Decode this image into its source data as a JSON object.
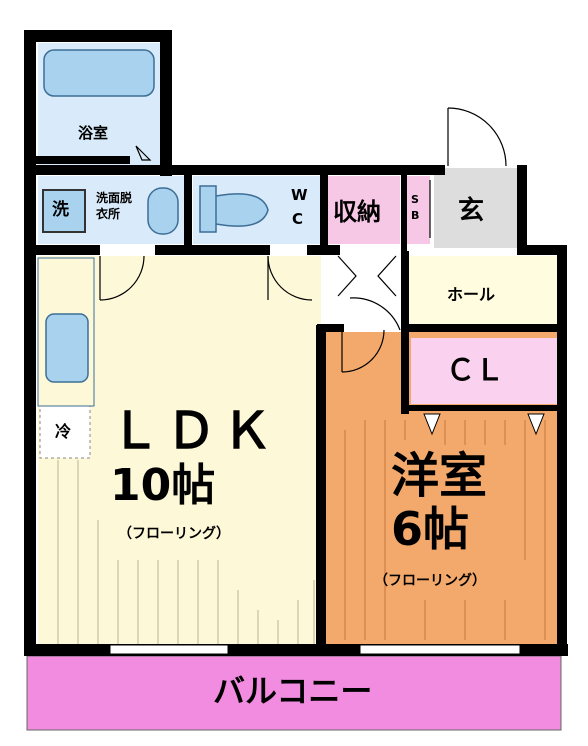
{
  "rooms": {
    "bath": "浴室",
    "washer": "洗",
    "washroom_line1": "洗面脱",
    "washroom_line2": "衣所",
    "wc_line1": "W",
    "wc_line2": "C",
    "storage": "収納",
    "sb_line1": "S",
    "sb_line2": "B",
    "entrance": "玄",
    "hall": "ホール",
    "closet": "ＣＬ",
    "fridge": "冷",
    "ldk_line1": "ＬＤＫ",
    "ldk_line2": "10帖",
    "ldk_floor": "（フローリング）",
    "western_line1": "洋室",
    "western_line2": "6帖",
    "western_floor": "（フローリング）",
    "balcony": "バルコニー"
  },
  "colors": {
    "wall": "#000000",
    "ldk_floor": "#fdf8d8",
    "western_floor": "#f3a96b",
    "wet_area": "#bcd8f0",
    "fixture": "#a9d2ef",
    "storage": "#f7c8e6",
    "closet": "#fad2f0",
    "entrance": "#dddddd",
    "hall": "#fffce0",
    "balcony": "#f28ce0"
  }
}
